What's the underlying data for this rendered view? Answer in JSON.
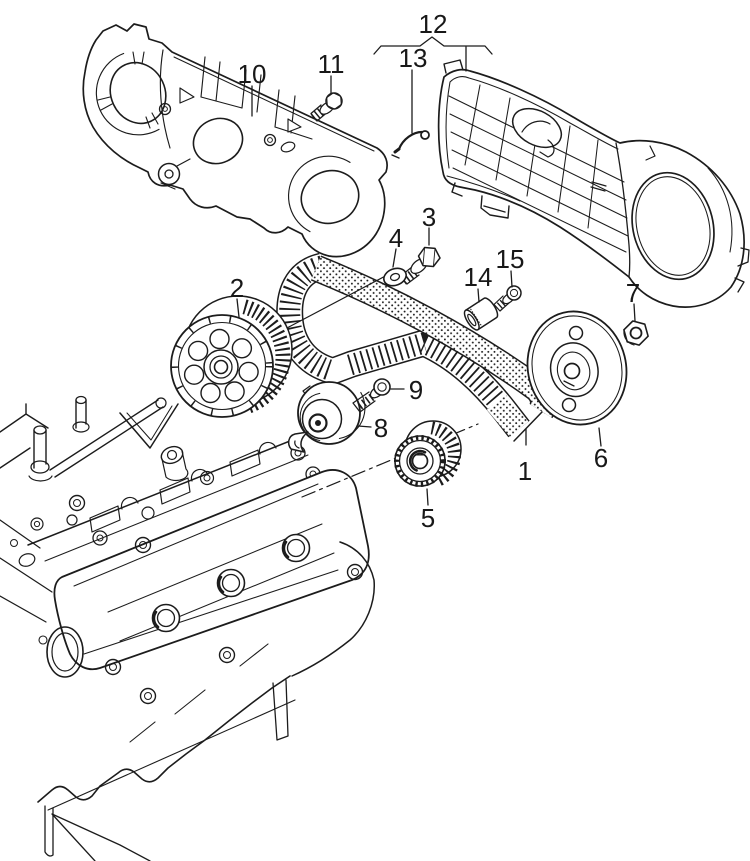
{
  "diagram": {
    "type": "exploded-parts-diagram",
    "subject": "engine timing belt, gears and timing covers with cylinder block",
    "background": "#ffffff",
    "line_color": "#1c1c1c",
    "label_color": "#181818"
  },
  "callouts": [
    {
      "number": "1"
    },
    {
      "number": "2"
    },
    {
      "number": "3"
    },
    {
      "number": "4"
    },
    {
      "number": "5"
    },
    {
      "number": "6"
    },
    {
      "number": "7"
    },
    {
      "number": "8"
    },
    {
      "number": "9"
    },
    {
      "number": "10"
    },
    {
      "number": "11"
    },
    {
      "number": "12"
    },
    {
      "number": "13"
    },
    {
      "number": "14"
    },
    {
      "number": "15"
    }
  ]
}
